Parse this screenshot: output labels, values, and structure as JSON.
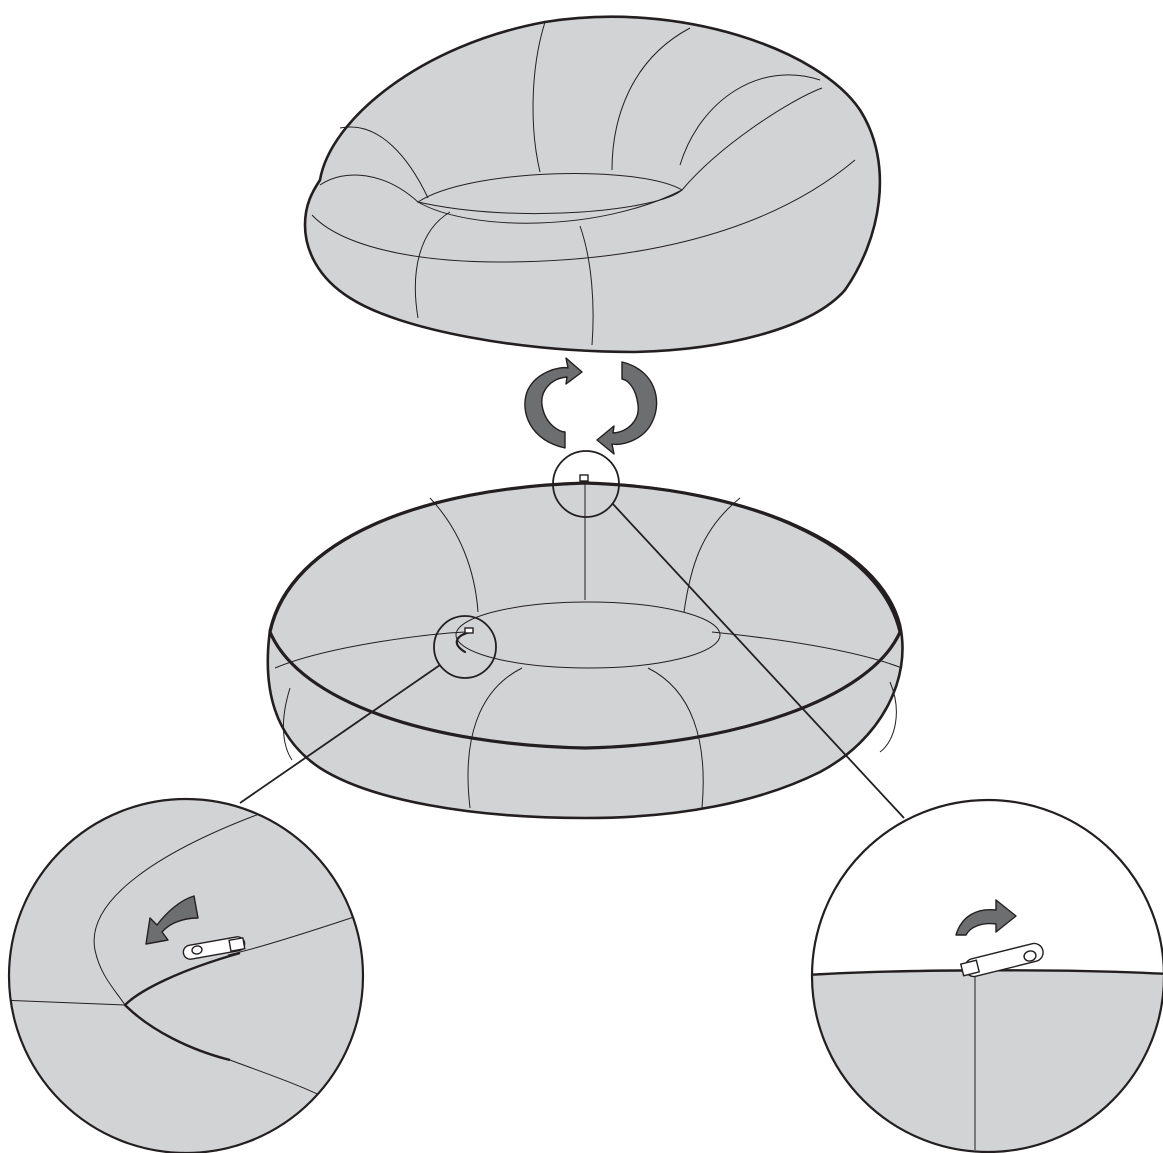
{
  "colors": {
    "fabric": "#d2d3d5",
    "arrow": "#6d6e70",
    "outline": "#231f20",
    "background": "#ffffff"
  },
  "figure": {
    "parts": [
      "assembled-chair",
      "rotate-arrows",
      "chair-cover-base",
      "zoom-detail-left",
      "zoom-detail-right"
    ],
    "text_labels": []
  }
}
